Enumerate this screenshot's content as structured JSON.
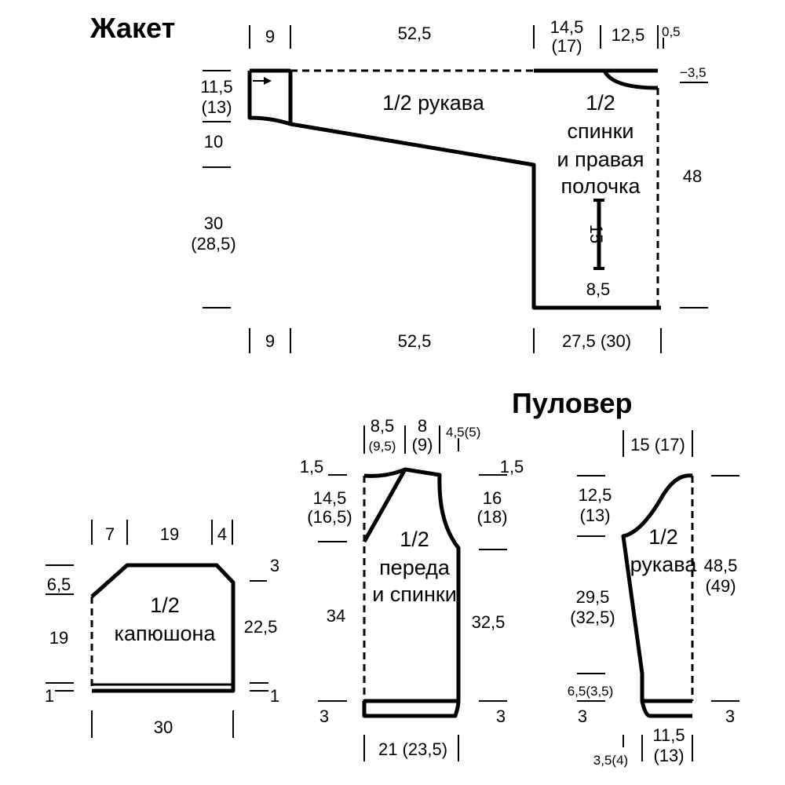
{
  "jacket": {
    "title": "Жакет",
    "pieces": {
      "sleeve": "1/2 рукава",
      "back_l1": "1/2",
      "back_l2": "спинки",
      "back_l3": "и правая",
      "back_l4": "полочка"
    },
    "dims": {
      "top_cuff": "9",
      "top_sleeve": "52,5",
      "neck_a": "14,5",
      "neck_b": "(17)",
      "shoulder": "12,5",
      "edge": "0,5",
      "neck_depth": "−3,5",
      "cuff_a": "11,5",
      "cuff_b": "(13)",
      "cuff_slope": "10",
      "side_a": "30",
      "side_b": "(28,5)",
      "height": "48",
      "pocket_len": "15",
      "pocket_pos": "8,5",
      "bottom_cuff": "9",
      "bottom_sleeve": "52,5",
      "bottom_width": "27,5 (30)"
    }
  },
  "pullover": {
    "title": "Пуловер",
    "hood": {
      "l1": "1/2",
      "l2": "капюшона",
      "top_a": "7",
      "top_b": "19",
      "top_c": "4",
      "left_top": "6,5",
      "left_mid": "19",
      "left_bot": "1",
      "right_top": "3",
      "right_mid": "22,5",
      "right_bot": "1",
      "bottom": "30"
    },
    "body": {
      "l1": "1/2",
      "l2": "переда",
      "l3": "и спинки",
      "neck_a": "8,5",
      "neck_b": "(9,5)",
      "mid_a": "8",
      "mid_b": "(9)",
      "shoulder": "4,5(5)",
      "left_neck": "1,5",
      "left_yoke_a": "14,5",
      "left_yoke_b": "(16,5)",
      "left_side": "34",
      "left_rib": "3",
      "right_neck": "1,5",
      "right_arm_a": "16",
      "right_arm_b": "(18)",
      "right_side": "32,5",
      "right_rib": "3",
      "bottom": "21 (23,5)"
    },
    "sleeve": {
      "l1": "1/2",
      "l2": "рукава",
      "top": "15 (17)",
      "cap_a": "12,5",
      "cap_b": "(13)",
      "side_a": "29,5",
      "side_b": "(32,5)",
      "cuff_inc": "6,5(3,5)",
      "rib": "3",
      "height_a": "48,5",
      "height_b": "(49)",
      "right_rib": "3",
      "bottom_offset": "3,5(4)",
      "bottom_a": "11,5",
      "bottom_b": "(13)"
    }
  }
}
